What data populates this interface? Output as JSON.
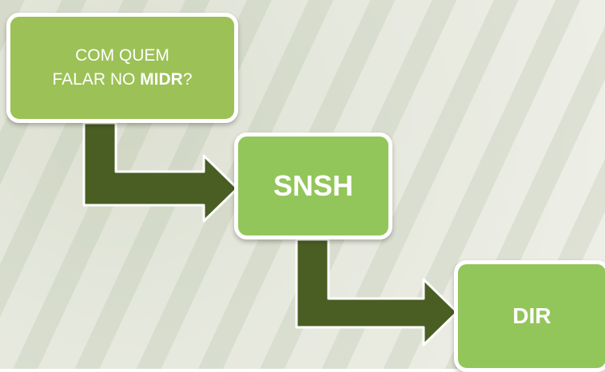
{
  "diagram": {
    "nodes": [
      {
        "id": "start",
        "lines": [
          "COM QUEM",
          "FALAR NO"
        ],
        "bold": "MIDR",
        "suffix": "?"
      },
      {
        "id": "snsh",
        "label": "SNSH"
      },
      {
        "id": "dir",
        "label": "DIR"
      }
    ],
    "edges": [
      {
        "from": "start",
        "to": "snsh"
      },
      {
        "from": "snsh",
        "to": "dir"
      }
    ]
  },
  "colors": {
    "node_fill_top": "#9cc157",
    "node_fill": "#93c65a",
    "node_border": "#ffffff",
    "arrow": "#4a5e23",
    "arrow_border": "#ffffff"
  }
}
